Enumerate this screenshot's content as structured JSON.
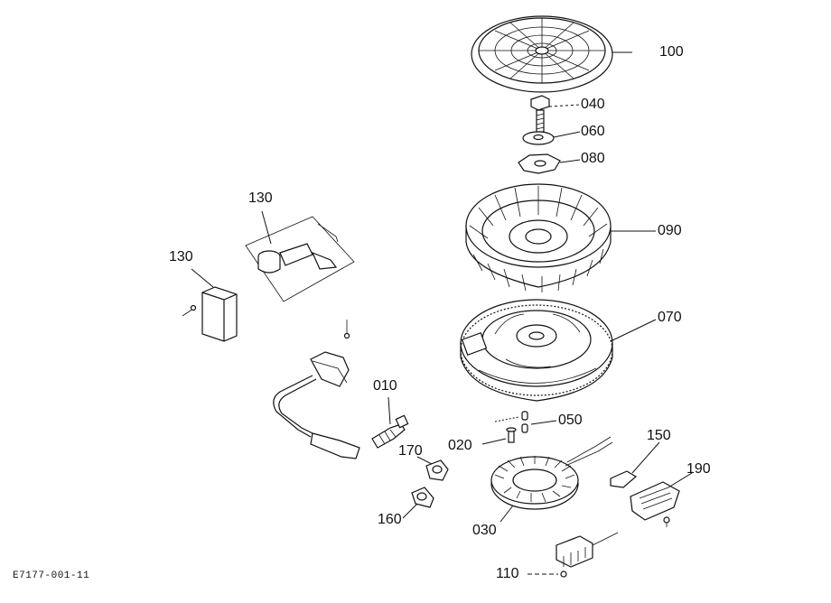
{
  "labels": {
    "p100": "100",
    "p040": "040",
    "p060": "060",
    "p080": "080",
    "p090": "090",
    "p070": "070",
    "p050": "050",
    "p020": "020",
    "p150": "150",
    "p190": "190",
    "p030": "030",
    "p110": "110",
    "p130a": "130",
    "p130b": "130",
    "p010": "010",
    "p170": "170",
    "p160": "160"
  },
  "figure_code": "E7177-001-11"
}
